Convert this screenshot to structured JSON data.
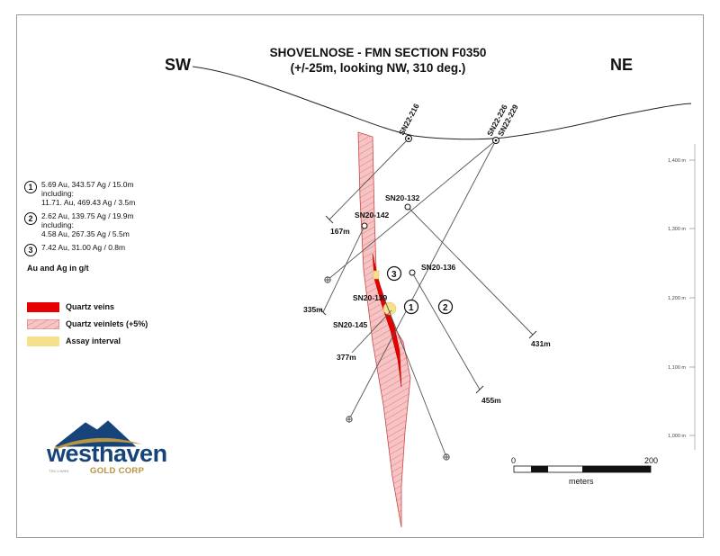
{
  "title": {
    "line1": "SHOVELNOSE - FMN SECTION F0350",
    "line2": "(+/-25m, looking NW, 310 deg.)"
  },
  "compass": {
    "left": "SW",
    "right": "NE"
  },
  "assay_notes": [
    {
      "number": "1",
      "lines": [
        "5.69 Au, 343.57 Ag / 15.0m",
        "including:",
        "11.71. Au, 469.43 Ag / 3.5m"
      ]
    },
    {
      "number": "2",
      "lines": [
        "2.62 Au, 139.75 Ag / 19.9m",
        "including:",
        "4.58 Au, 267.35 Ag / 5.5m"
      ]
    },
    {
      "number": "3",
      "lines": [
        "7.42 Au, 31.00 Ag / 0.8m"
      ]
    }
  ],
  "units_note": "Au and Ag in g/t",
  "legend": [
    {
      "label": "Quartz veins",
      "color": "#e60000",
      "pattern": "solid"
    },
    {
      "label": "Quartz veinlets (+5%)",
      "color": "#f4b8b8",
      "pattern": "hatched"
    },
    {
      "label": "Assay interval",
      "color": "#f5e08c",
      "pattern": "solid"
    }
  ],
  "elevation_ticks": [
    "1,400 m",
    "1,300 m",
    "1,200 m",
    "1,100 m",
    "1,000 m"
  ],
  "drillholes": [
    {
      "name": "SN22-216",
      "depth_label": "167m"
    },
    {
      "name": "SN22-226",
      "depth_label": ""
    },
    {
      "name": "SN22-229",
      "depth_label": ""
    },
    {
      "name": "SN20-132",
      "depth_label": "431m"
    },
    {
      "name": "SN20-142",
      "depth_label": "335m"
    },
    {
      "name": "SN20-136",
      "depth_label": "455m"
    },
    {
      "name": "SN20-139",
      "depth_label": ""
    },
    {
      "name": "SN20-145",
      "depth_label": "377m"
    }
  ],
  "section_callouts": [
    "1",
    "2",
    "3"
  ],
  "scale_bar": {
    "min_label": "0",
    "max_label": "200",
    "unit_label": "meters"
  },
  "logo": {
    "name": "westhaven",
    "sub": "GOLD CORP",
    "ticker": "TSX-V:WHN"
  }
}
